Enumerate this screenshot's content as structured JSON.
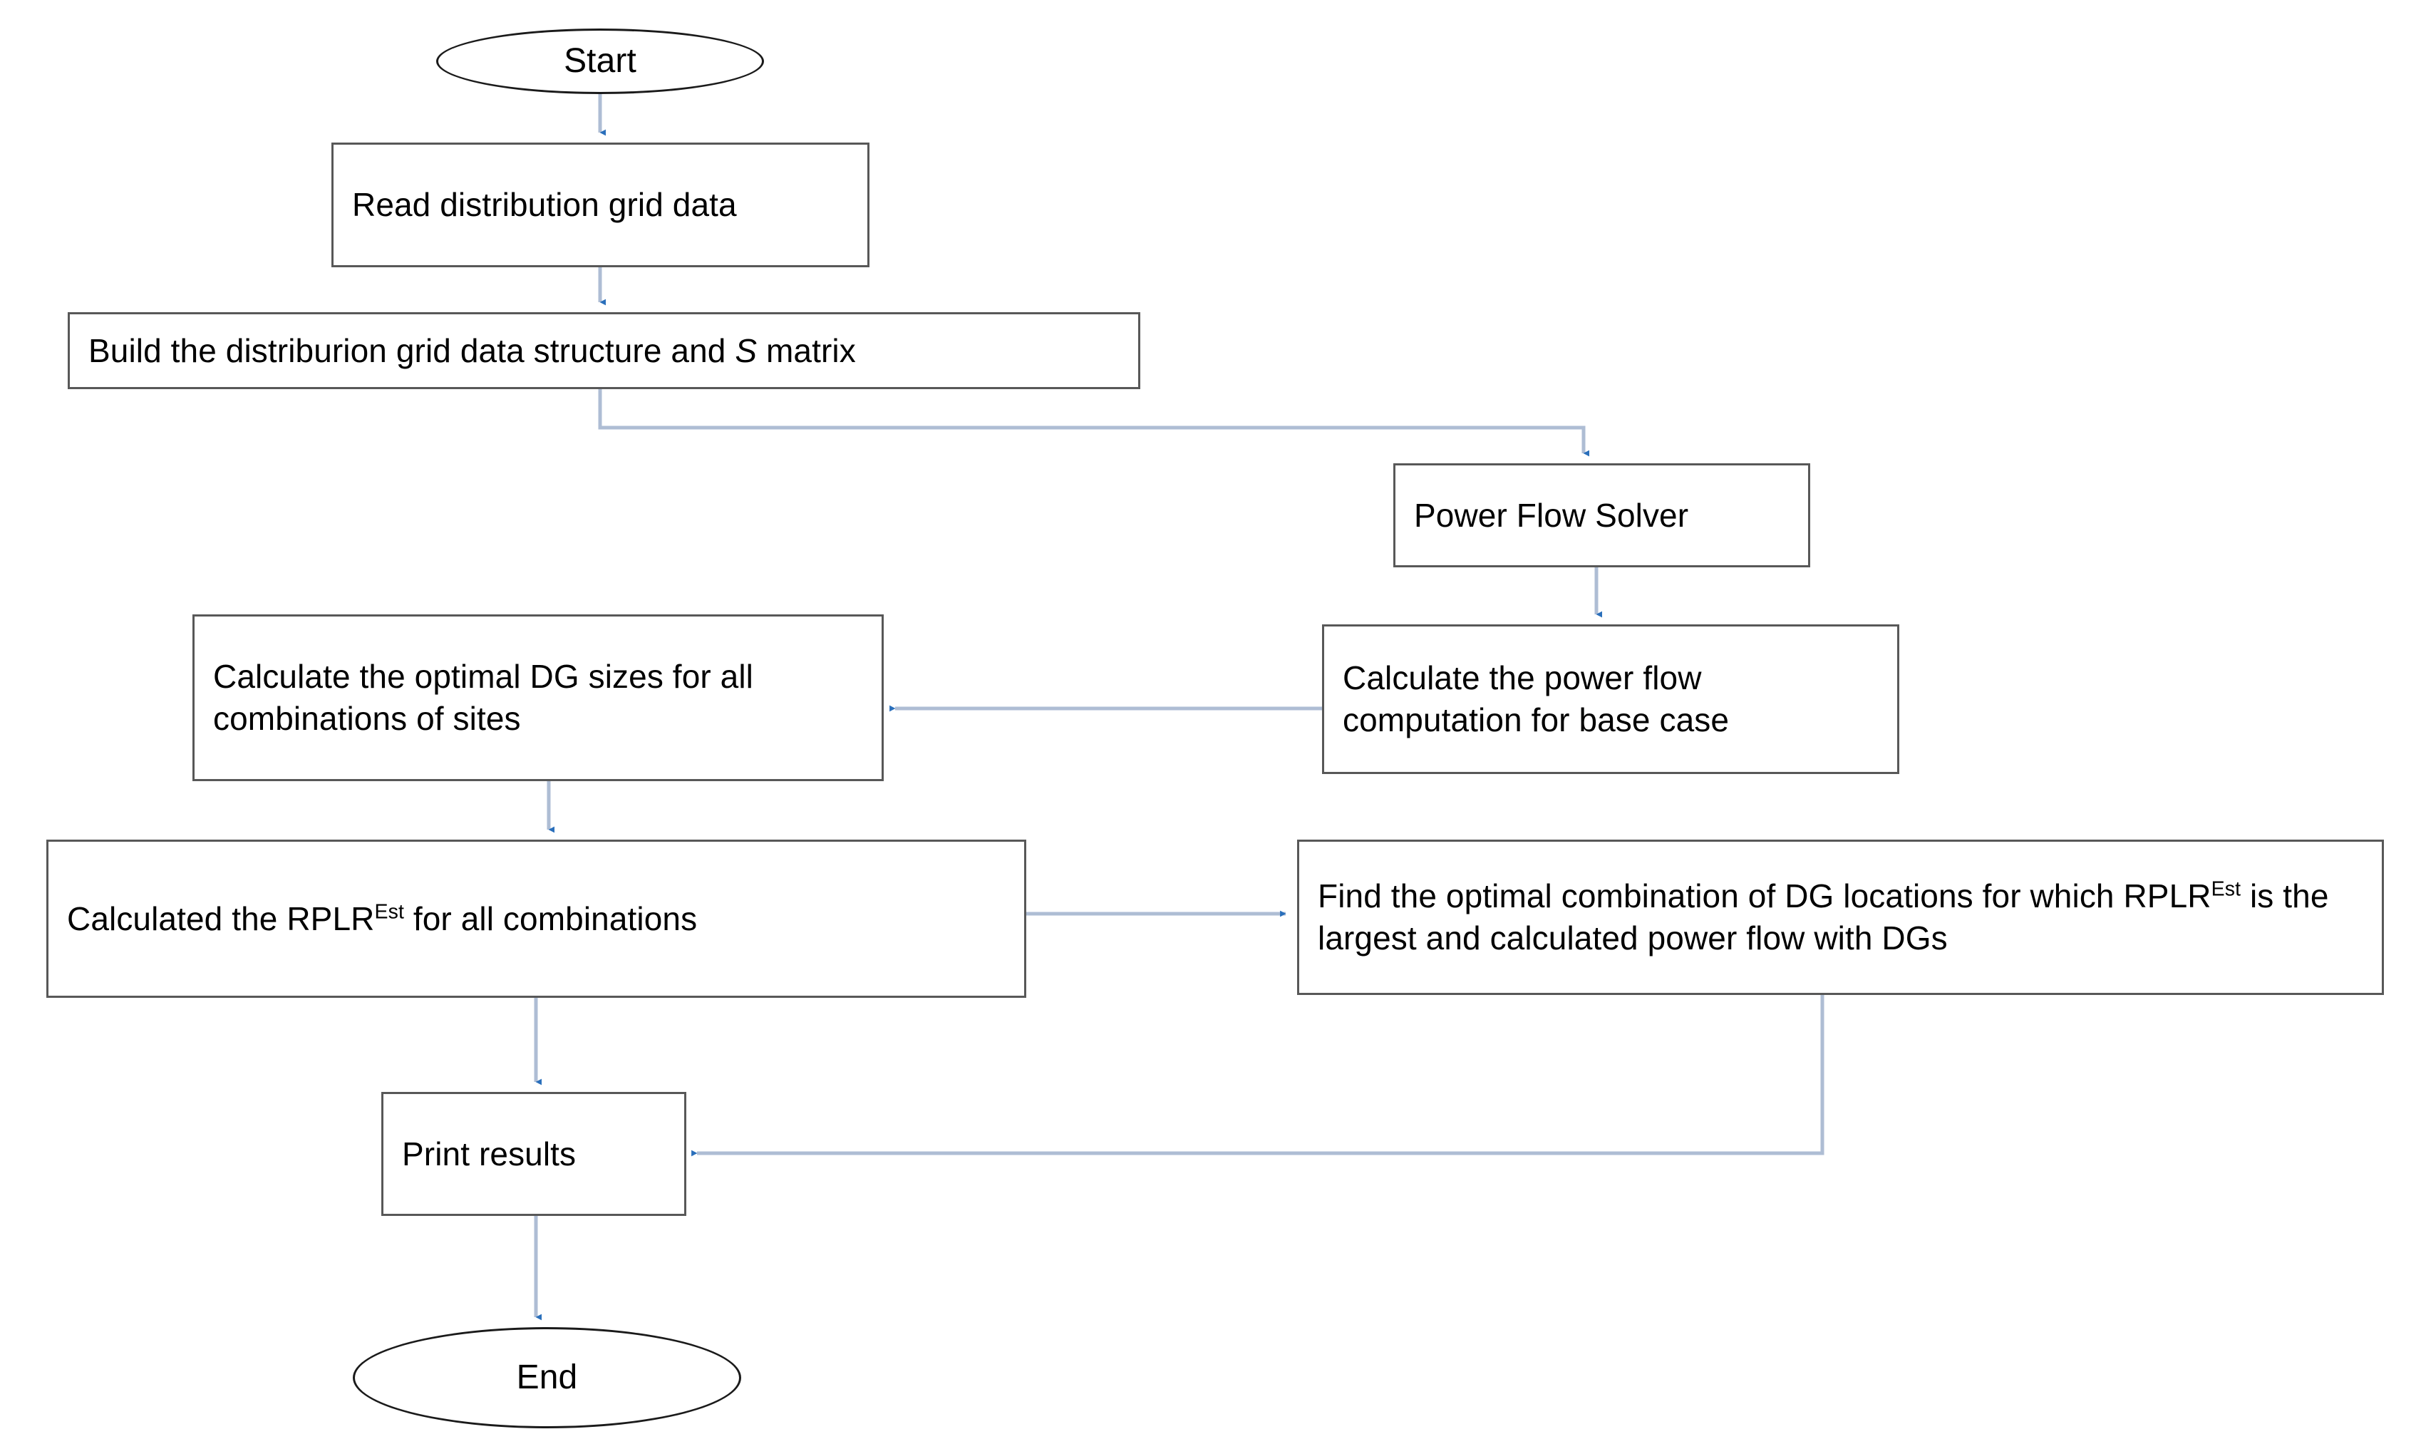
{
  "diagram": {
    "title": "Flowchart of the optimal DG placement and sizing algorithm",
    "type": "flowchart",
    "background_color": "#ffffff",
    "node_border_color": "#585858",
    "terminator_border_color": "#1a1a1a",
    "connector_line_color": "#aebdd4",
    "arrowhead_color": "#2a6fbb",
    "text_color": "#000000"
  },
  "nodes": {
    "start": {
      "id": "start",
      "shape": "ellipse",
      "label": "Start"
    },
    "read_grid_data": {
      "id": "read_grid_data",
      "shape": "rectangle",
      "label": "Read distribution grid data"
    },
    "build_structure": {
      "id": "build_structure",
      "shape": "rectangle",
      "label_prefix": "Build the distriburion grid data structure and ",
      "label_italic": "S",
      "label_suffix": " matrix",
      "label": "Build the distriburion grid data structure and S matrix"
    },
    "power_flow_solver": {
      "id": "power_flow_solver",
      "shape": "rectangle",
      "label": "Power Flow Solver"
    },
    "optimal_dg_sizes": {
      "id": "optimal_dg_sizes",
      "shape": "rectangle",
      "label": "Calculate the optimal DG sizes for all\ncombinations of sites"
    },
    "base_case_power_flow": {
      "id": "base_case_power_flow",
      "shape": "rectangle",
      "label": "Calculate the power flow\ncomputation for base case"
    },
    "rplr_all_combinations": {
      "id": "rplr_all_combinations",
      "shape": "rectangle",
      "label_prefix": "Calculated the RPLR",
      "label_superscript": "Est",
      "label_suffix": " for all combinations",
      "label": "Calculated the RPLREst for all combinations"
    },
    "find_optimal_combination": {
      "id": "find_optimal_combination",
      "shape": "rectangle",
      "label_prefix": "Find the optimal combination of DG locations for which RPLR",
      "label_superscript": "Est",
      "label_suffix": " is the largest and calculated power flow with DGs",
      "label": "Find the optimal combination of DG locations for which RPLREst is the largest and calculated power flow with DGs"
    },
    "print_results": {
      "id": "print_results",
      "shape": "rectangle",
      "label": "Print results"
    },
    "end": {
      "id": "end",
      "shape": "ellipse",
      "label": "End"
    }
  },
  "edges": [
    {
      "id": "e1",
      "from": "start",
      "to": "read_grid_data",
      "routing": "vertical"
    },
    {
      "id": "e2",
      "from": "read_grid_data",
      "to": "build_structure",
      "routing": "vertical"
    },
    {
      "id": "e3",
      "from": "build_structure",
      "to": "power_flow_solver",
      "routing": "orthogonal-down-right-down"
    },
    {
      "id": "e4",
      "from": "power_flow_solver",
      "to": "base_case_power_flow",
      "routing": "vertical"
    },
    {
      "id": "e5",
      "from": "base_case_power_flow",
      "to": "optimal_dg_sizes",
      "routing": "horizontal-left"
    },
    {
      "id": "e6",
      "from": "optimal_dg_sizes",
      "to": "rplr_all_combinations",
      "routing": "vertical"
    },
    {
      "id": "e7",
      "from": "rplr_all_combinations",
      "to": "find_optimal_combination",
      "routing": "horizontal-right"
    },
    {
      "id": "e8",
      "from": "rplr_all_combinations",
      "to": "print_results",
      "routing": "vertical"
    },
    {
      "id": "e9",
      "from": "find_optimal_combination",
      "to": "print_results",
      "routing": "orthogonal-down-left"
    },
    {
      "id": "e10",
      "from": "print_results",
      "to": "end",
      "routing": "vertical"
    }
  ]
}
